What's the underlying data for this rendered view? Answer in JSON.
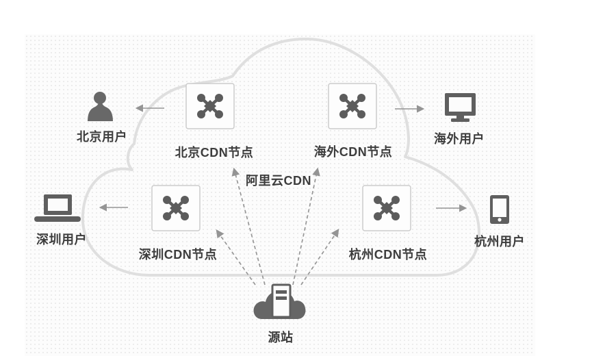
{
  "diagram": {
    "cloud_label": "阿里云CDN",
    "nodes": [
      {
        "label": "北京CDN节点"
      },
      {
        "label": "海外CDN节点"
      },
      {
        "label": "深圳CDN节点"
      },
      {
        "label": "杭州CDN节点"
      }
    ],
    "users": [
      {
        "label": "北京用户",
        "icon": "person-icon"
      },
      {
        "label": "海外用户",
        "icon": "monitor-icon"
      },
      {
        "label": "深圳用户",
        "icon": "laptop-icon"
      },
      {
        "label": "杭州用户",
        "icon": "phone-icon"
      }
    ],
    "origin": {
      "label": "源站",
      "icon": "cloud-server-icon"
    },
    "colors": {
      "background": "#ffffff",
      "canvas": "#fcfcfc",
      "cloud_outline": "#dfdfdf",
      "icon_gray": "#616161",
      "text": "#3d3d3d",
      "arrow": "#949494",
      "node_box_border": "#cccccc",
      "node_box_fill": "#fdfdfd"
    }
  }
}
